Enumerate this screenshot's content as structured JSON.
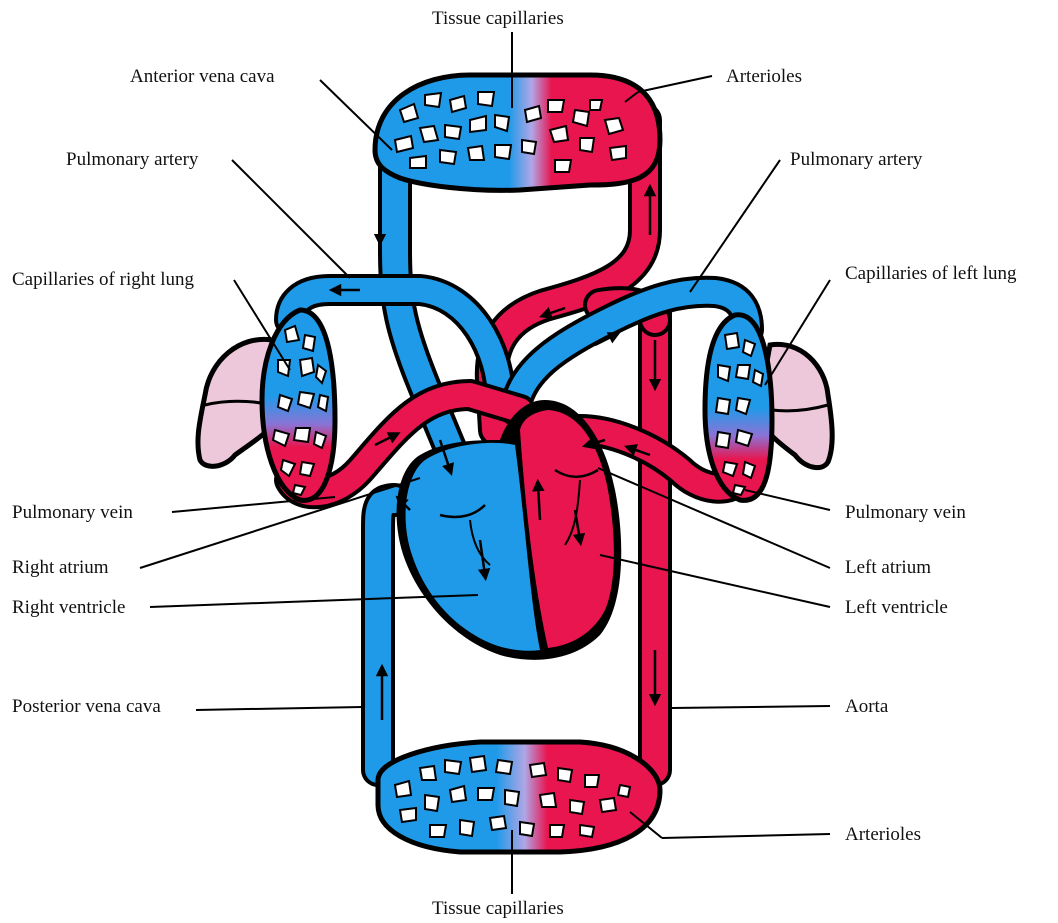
{
  "labels": {
    "tissue_capillaries_top": "Tissue capillaries",
    "anterior_vena_cava": "Anterior vena cava",
    "arterioles_top": "Arterioles",
    "pulmonary_artery_left": "Pulmonary artery",
    "pulmonary_artery_right": "Pulmonary artery",
    "capillaries_right_lung": "Capillaries of right lung",
    "capillaries_left_lung": "Capillaries of left lung",
    "pulmonary_vein_left": "Pulmonary vein",
    "pulmonary_vein_right": "Pulmonary vein",
    "right_atrium": "Right atrium",
    "left_atrium": "Left atrium",
    "right_ventricle": "Right ventricle",
    "left_ventricle": "Left ventricle",
    "posterior_vena_cava": "Posterior vena cava",
    "aorta": "Aorta",
    "arterioles_bottom": "Arterioles",
    "tissue_capillaries_bottom": "Tissue capillaries"
  },
  "colors": {
    "venous_blue": "#1f9ae8",
    "arterial_red": "#e8154f",
    "lung_pink": "#ecc8da",
    "outline": "#000000"
  }
}
